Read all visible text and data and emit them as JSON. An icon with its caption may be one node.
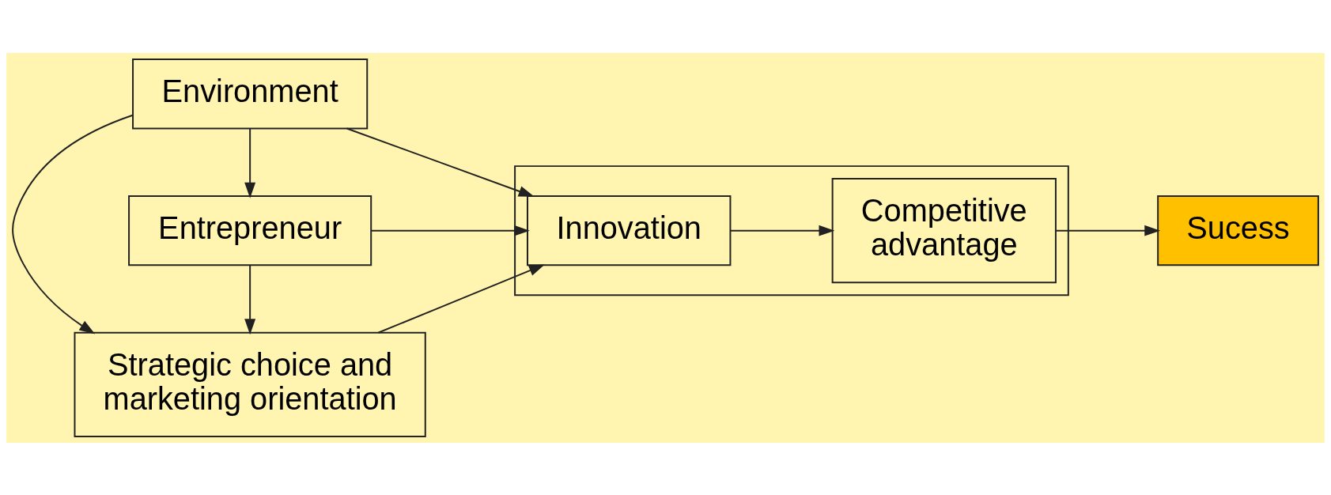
{
  "diagram": {
    "nodes": [
      {
        "text": [
          "Entrepreneur"
        ]
      },
      {
        "text": [
          "Strategic choice and marketing orientation"
        ]
      },
      {
        "text": [
          "Environment"
        ]
      },
      {
        "text": [],
        "shape": "box"
      },
      {
        "text": [
          "Innovation"
        ],
        "in": 3
      },
      {
        "text": [
          "Competitive advantage"
        ],
        "in": 3
      },
      {
        "text": [
          "Sucess"
        ]
      }
    ],
    "edges": [
      {
        "from": 0,
        "to": 1,
        "arrow": "to"
      },
      {
        "from": 2,
        "to": 1,
        "arrow": "to"
      },
      {
        "from": 2,
        "to": 0,
        "arrow": "to"
      },
      {
        "from": 0,
        "to": 4,
        "arrow": "to"
      },
      {
        "from": 1,
        "to": 4,
        "arrow": "to"
      },
      {
        "from": 2,
        "to": 4,
        "arrow": "to"
      },
      {
        "from": 4,
        "to": 5,
        "arrow": "to"
      },
      {
        "from": 5,
        "to": 6,
        "arrow": "to"
      }
    ]
  }
}
